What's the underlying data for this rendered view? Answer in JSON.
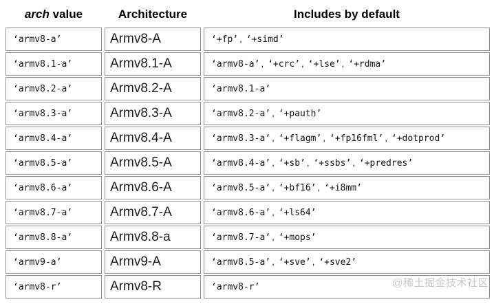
{
  "header": {
    "arch_italic": "arch",
    "arch_rest": "value",
    "architecture": "Architecture",
    "includes": "Includes by default"
  },
  "table": {
    "separator": ",",
    "rows": [
      {
        "arch": "‘armv8-a’",
        "architecture": "Armv8-A",
        "includes": [
          "‘+fp’",
          "‘+simd’"
        ]
      },
      {
        "arch": "‘armv8.1-a’",
        "architecture": "Armv8.1-A",
        "includes": [
          "‘armv8-a’",
          "‘+crc’",
          "‘+lse’",
          "‘+rdma’"
        ]
      },
      {
        "arch": "‘armv8.2-a’",
        "architecture": "Armv8.2-A",
        "includes": [
          "‘armv8.1-a’"
        ]
      },
      {
        "arch": "‘armv8.3-a’",
        "architecture": "Armv8.3-A",
        "includes": [
          "‘armv8.2-a’",
          "‘+pauth’"
        ]
      },
      {
        "arch": "‘armv8.4-a’",
        "architecture": "Armv8.4-A",
        "includes": [
          "‘armv8.3-a’",
          "‘+flagm’",
          "‘+fp16fml’",
          "‘+dotprod’"
        ]
      },
      {
        "arch": "‘armv8.5-a’",
        "architecture": "Armv8.5-A",
        "includes": [
          "‘armv8.4-a’",
          "‘+sb’",
          "‘+ssbs’",
          "‘+predres’"
        ]
      },
      {
        "arch": "‘armv8.6-a’",
        "architecture": "Armv8.6-A",
        "includes": [
          "‘armv8.5-a’",
          "‘+bf16’",
          "‘+i8mm’"
        ]
      },
      {
        "arch": "‘armv8.7-a’",
        "architecture": "Armv8.7-A",
        "includes": [
          "‘armv8.6-a’",
          "‘+ls64’"
        ]
      },
      {
        "arch": "‘armv8.8-a’",
        "architecture": "Armv8.8-a",
        "includes": [
          "‘armv8.7-a’",
          "‘+mops’"
        ]
      },
      {
        "arch": "‘armv9-a’",
        "architecture": "Armv9-A",
        "includes": [
          "‘armv8.5-a’",
          "‘+sve’",
          "‘+sve2’"
        ]
      },
      {
        "arch": "‘armv8-r’",
        "architecture": "Armv8-R",
        "includes": [
          "‘armv8-r’"
        ]
      }
    ]
  },
  "watermark": {
    "text": "@稀土掘金技术社区"
  },
  "colors": {
    "background": "#ffffff",
    "cell_border": "#8d8d8d",
    "text": "#111111",
    "architecture_text": "#1b1b1b",
    "watermark": "#c7c7c7"
  }
}
